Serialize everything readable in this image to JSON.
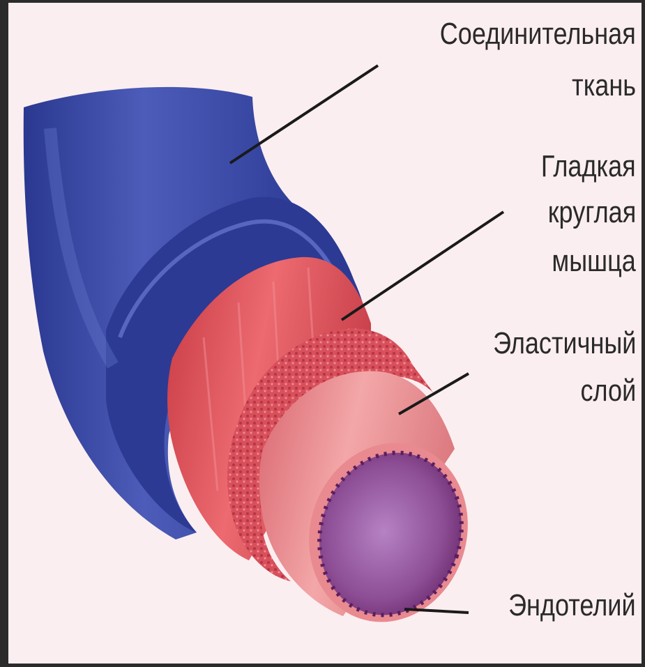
{
  "labels": {
    "connective_line1": "Соединительная",
    "connective_line2": "ткань",
    "muscle_line1": "Гладкая",
    "muscle_line2": "круглая",
    "muscle_line3": "мышца",
    "elastic_line1": "Эластичный",
    "elastic_line2": "слой",
    "endothelium": "Эндотелий"
  },
  "colors": {
    "background": "#fbeef0",
    "adventitia": "#3a4aa0",
    "smooth_muscle": "#e0505a",
    "elastic_layer": "#d8606a",
    "endothelium": "#7a2c78"
  }
}
